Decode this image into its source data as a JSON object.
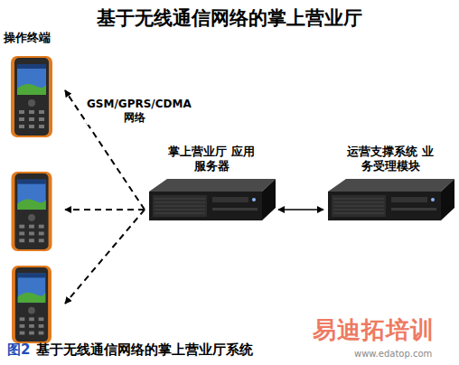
{
  "diagram": {
    "title": "基于无线通信网络的掌上营业厅",
    "caption": "基于无线通信网络的掌上营业厅系统",
    "nodes": [
      {
        "text": [
          "操作终端"
        ]
      },
      {
        "text": [
          "掌上营业厅 应用服务器"
        ]
      },
      {
        "text": [
          "运营支撑系统 业务受理模块"
        ]
      }
    ],
    "edges": [
      {
        "from": 1,
        "to": 0,
        "arrow": "to"
      },
      {
        "from": 1,
        "to": 0,
        "arrow": "to"
      },
      {
        "from": 1,
        "to": 0,
        "arrow": "to"
      },
      {
        "from": 1,
        "to": 2,
        "arrow": "both"
      }
    ],
    "labels": [
      "GSM/GPRS/CDMA 网络",
      "图2",
      "易迪拓培训",
      "www.edatop.com"
    ]
  }
}
